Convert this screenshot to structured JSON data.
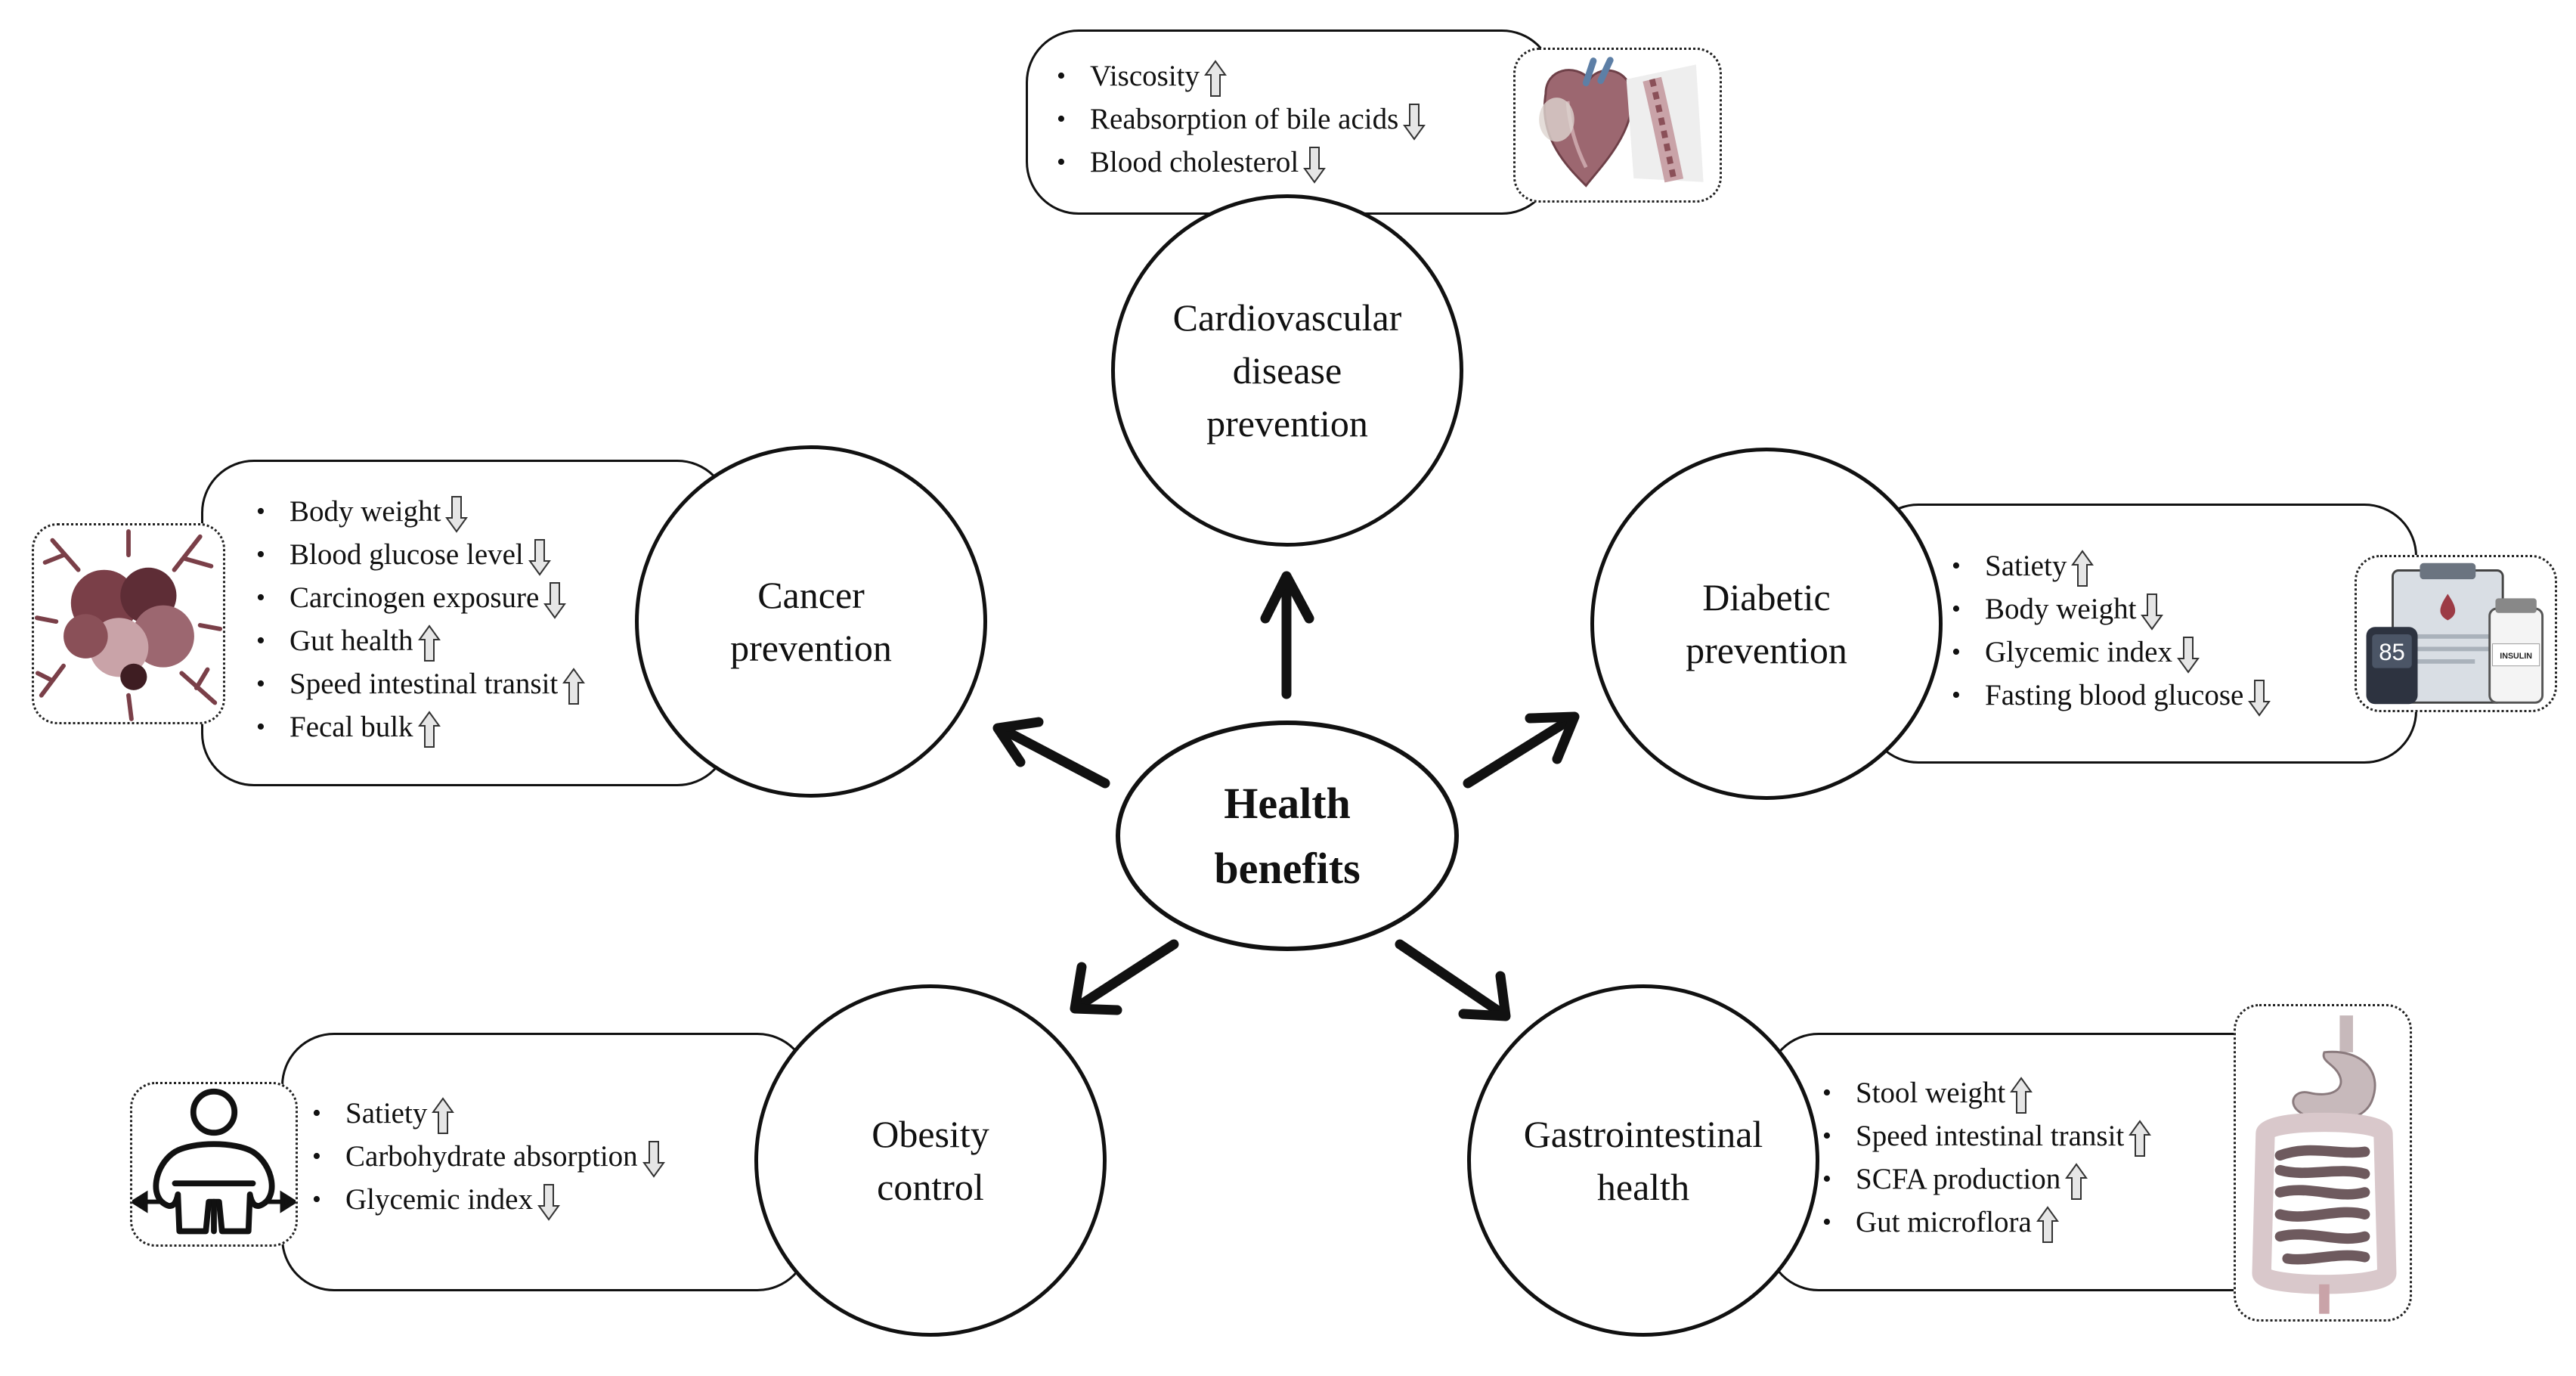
{
  "hub": {
    "line1": "Health",
    "line2": "benefits"
  },
  "nodes": {
    "cardio": {
      "label": [
        "Cardiovascular",
        "disease",
        "prevention"
      ],
      "items": [
        {
          "text": "Viscosity",
          "trend": "up"
        },
        {
          "text": "Reabsorption of bile acids",
          "trend": "down"
        },
        {
          "text": "Blood cholesterol",
          "trend": "down"
        }
      ],
      "icon": "heart-artery-icon"
    },
    "cancer": {
      "label": [
        "Cancer",
        "prevention"
      ],
      "items": [
        {
          "text": "Body weight",
          "trend": "down"
        },
        {
          "text": "Blood glucose level",
          "trend": "down"
        },
        {
          "text": "Carcinogen exposure",
          "trend": "down"
        },
        {
          "text": "Gut health",
          "trend": "up"
        },
        {
          "text": "Speed intestinal transit",
          "trend": "up"
        },
        {
          "text": "Fecal bulk",
          "trend": "up"
        }
      ],
      "icon": "tumor-cells-icon"
    },
    "diabetic": {
      "label": [
        "Diabetic",
        "prevention"
      ],
      "items": [
        {
          "text": "Satiety",
          "trend": "up"
        },
        {
          "text": "Body weight",
          "trend": "down"
        },
        {
          "text": "Glycemic index",
          "trend": "down"
        },
        {
          "text": "Fasting blood glucose",
          "trend": "down"
        }
      ],
      "icon": "glucose-meter-icon",
      "meter_reading": "85",
      "vial_label": "INSULIN"
    },
    "obesity": {
      "label": [
        "Obesity",
        "control"
      ],
      "items": [
        {
          "text": "Satiety",
          "trend": "up"
        },
        {
          "text": "Carbohydrate absorption",
          "trend": "down"
        },
        {
          "text": "Glycemic index",
          "trend": "down"
        }
      ],
      "icon": "obese-person-icon"
    },
    "gi": {
      "label": [
        "Gastrointestinal",
        "health"
      ],
      "items": [
        {
          "text": "Stool weight",
          "trend": "up"
        },
        {
          "text": "Speed intestinal transit",
          "trend": "up"
        },
        {
          "text": "SCFA production",
          "trend": "up"
        },
        {
          "text": "Gut microflora",
          "trend": "up"
        }
      ],
      "icon": "digestive-tract-icon"
    }
  },
  "colors": {
    "line": "#111111",
    "arrow_fill": "#e6e6e6",
    "tissue": "#9c6770",
    "tissue_light": "#c9a3a8"
  }
}
